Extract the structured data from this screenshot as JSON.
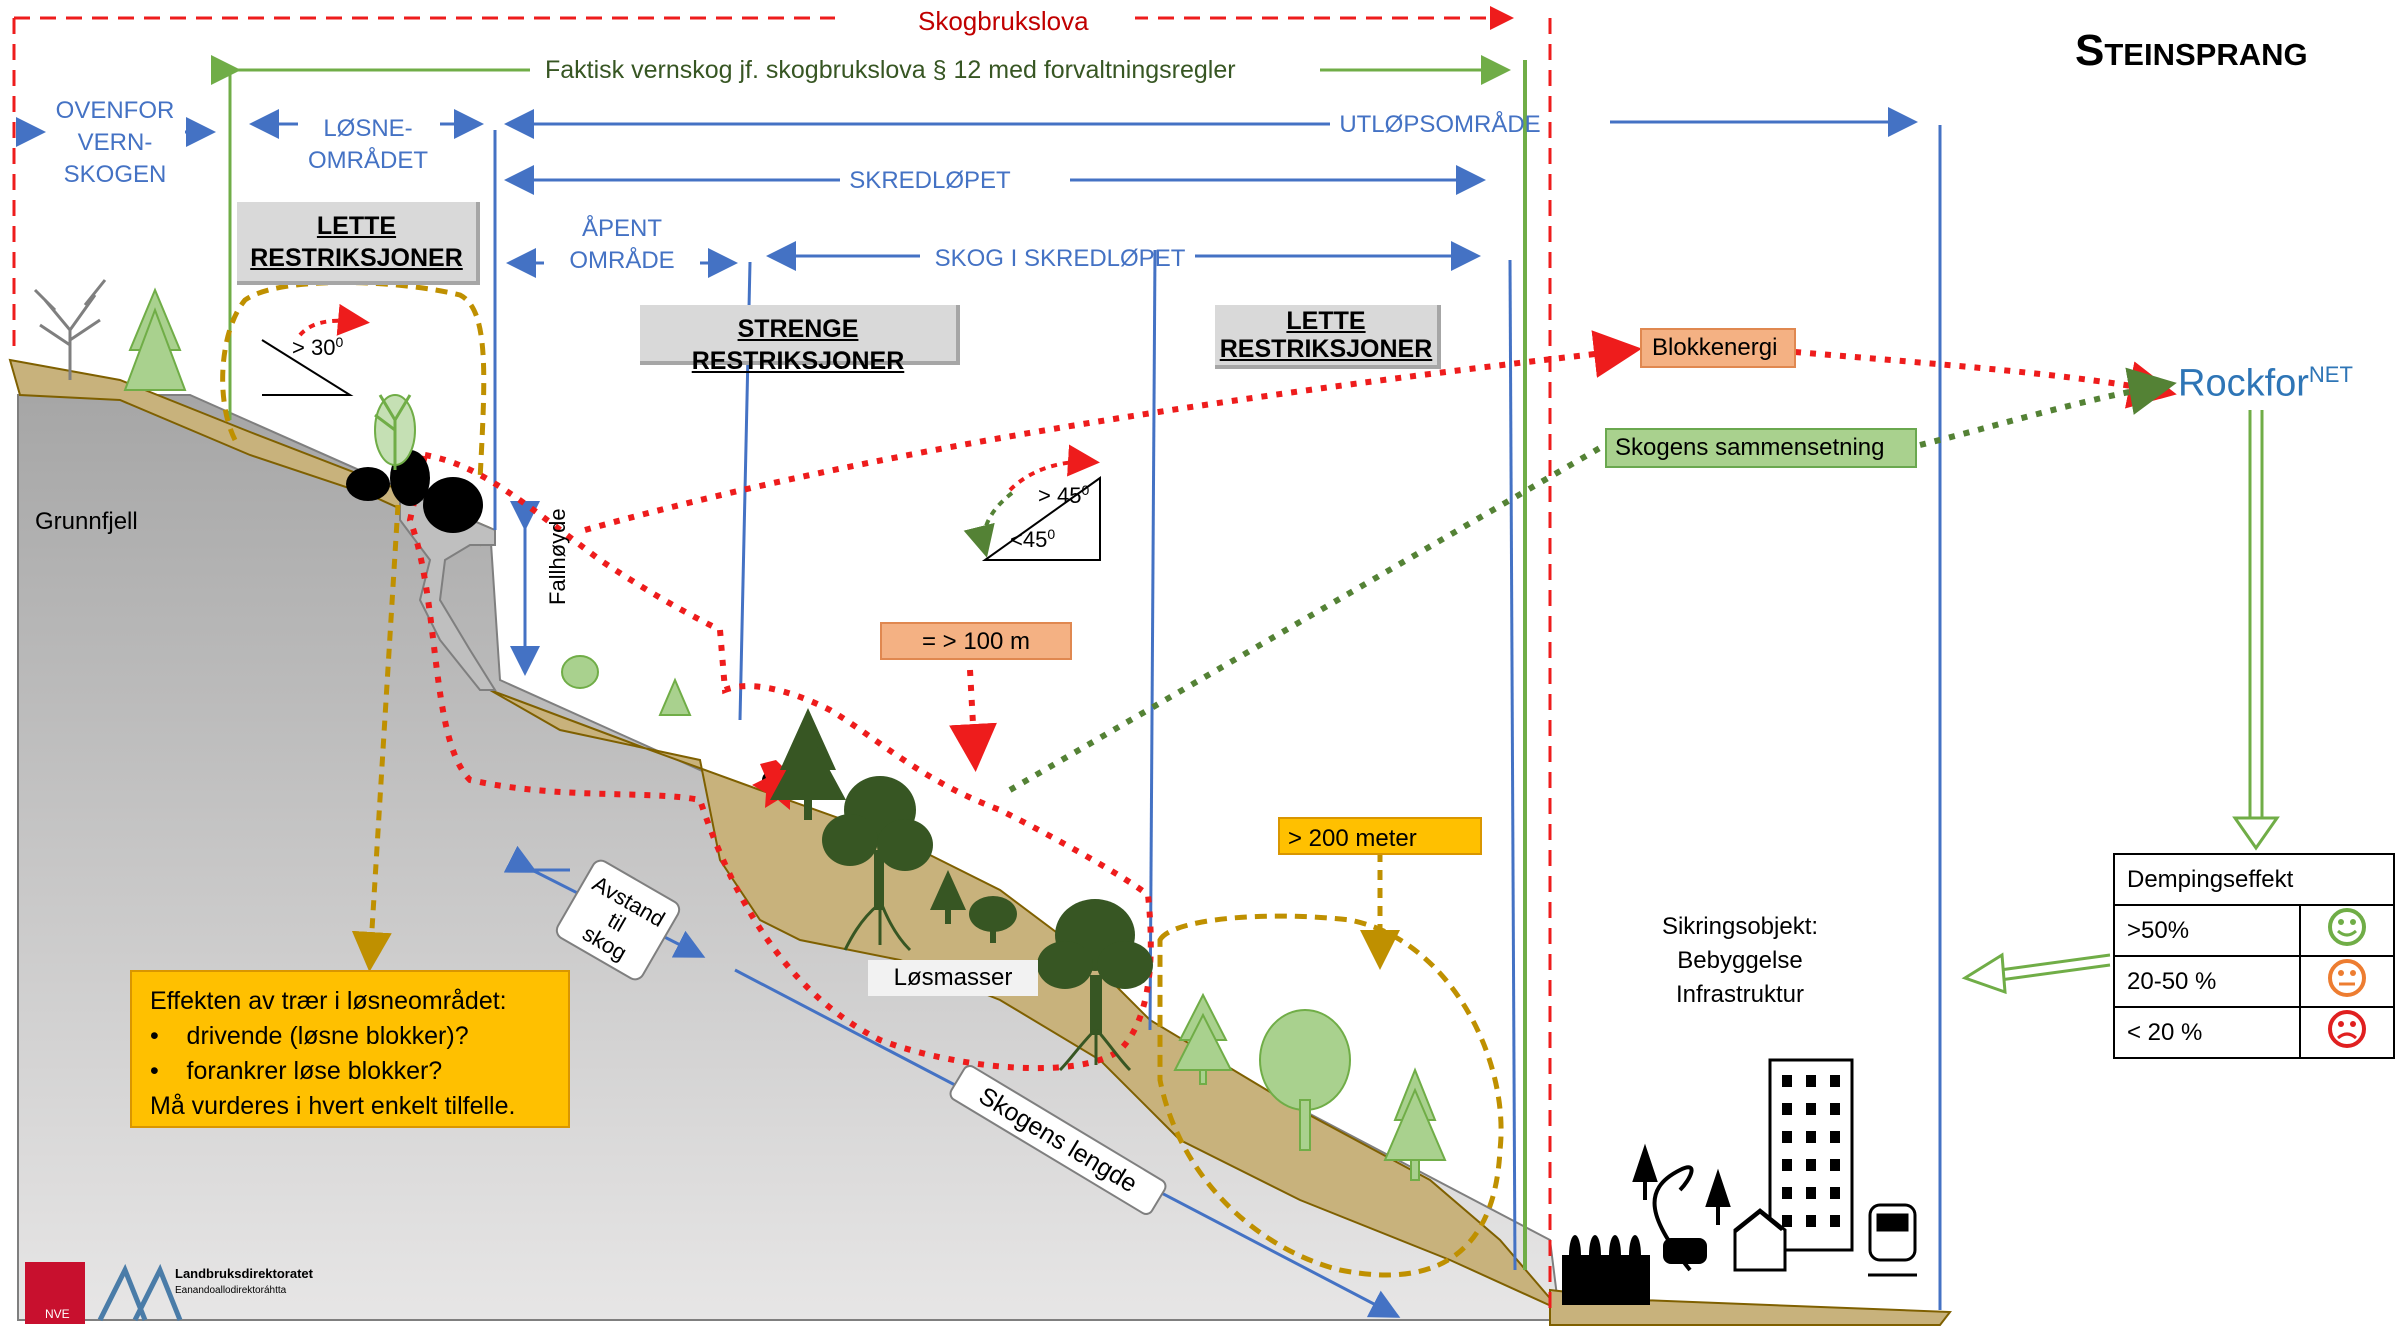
{
  "title": "Steinsprang",
  "top": {
    "skogbrukslova": "Skogbrukslova",
    "vernskog": "Faktisk vernskog jf. skogbrukslova § 12 med forvaltningsregler"
  },
  "zones": {
    "ovenfor": [
      "OVENFOR",
      "VERN-",
      "SKOGEN"
    ],
    "losne": [
      "LØSNE-",
      "OMRÅDET"
    ],
    "utlop": "UTLØPSOMRÅDE",
    "skredlopet": "SKREDLØPET",
    "apent": [
      "ÅPENT",
      "OMRÅDE"
    ],
    "skog_i_skredlopet": "SKOG I SKREDLØPET"
  },
  "restrictions": {
    "lette1": [
      "LETTE",
      "RESTRIKSJONER"
    ],
    "strenge": "STRENGE RESTRIKSJONER",
    "lette2": [
      "LETTE",
      "RESTRIKSJONER"
    ]
  },
  "labels": {
    "grunnfjell": "Grunnfjell",
    "fallhoyde": "Fallhøyde",
    "angle30": "> 30",
    "angle45a": "> 45",
    "angle45b": "<45",
    "degree": "0",
    "avstand": [
      "Avstand",
      "til",
      "skog"
    ],
    "losmasser": "Løsmasser",
    "skogens_lengde": "Skogens lengde",
    "distance100": "= > 100 m",
    "distance200": "> 200 meter",
    "blokkenergi": "Blokkenergi",
    "skogens_sammensetning": "Skogens sammensetning",
    "rockfor": "Rockfor",
    "rockfor_sup": "NET",
    "sikring": [
      "Sikringsobjekt:",
      "Bebyggelse",
      "Infrastruktur"
    ]
  },
  "effekt": {
    "heading": "Effekten av trær i løsneområdet:",
    "bullets": [
      "drivende (løsne blokker)?",
      "forankrer løse blokker?"
    ],
    "footer": "Må vurderes i hvert enkelt tilfelle."
  },
  "demping": {
    "header": "Dempingseffekt",
    "rows": [
      {
        "label": ">50%",
        "face": "happy-face-icon",
        "color": "#70ad47"
      },
      {
        "label": "20-50 %",
        "face": "neutral-face-icon",
        "color": "#ed7d31"
      },
      {
        "label": "< 20 %",
        "face": "sad-face-icon",
        "color": "#e02020"
      }
    ]
  },
  "logos": {
    "nve": "NVE",
    "ldir": "Landbruksdirektoratet",
    "ldir_sami": "Eanandoallodirektoráhtta"
  },
  "colors": {
    "red": "#ee1c1c",
    "green_line": "#70ad47",
    "blue_line": "#4472c4",
    "mustard": "#bf9000",
    "dark_tree": "#375623",
    "light_tree": "#a9d18e",
    "soil": "#c8b27c",
    "rock": "#bfbfbf"
  }
}
